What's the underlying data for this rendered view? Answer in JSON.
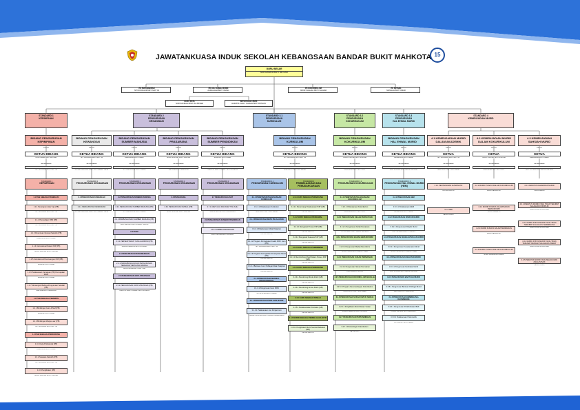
{
  "title": "JAWATANKUASA INDUK SEKOLAH KEBANGSAAN BANDAR BUKIT MAHKOTA",
  "logo_badge": "15",
  "colors": {
    "top_band": "#2d72d9",
    "bottom_band": "#1f63d4",
    "guru_besar": "#ffff99"
  },
  "guru_besar": {
    "title": "GURU BESAR",
    "name": "NUR HANANI BINTI MD NAFI"
  },
  "pk": [
    {
      "role": "PK PENTADBIRAN",
      "name": "SITI NOORAINI BINTI MAT TAI"
    },
    {
      "role": "PK HAL EHWAL MURID",
      "name": "ASMALIANA BINTI ISMAIL"
    },
    {
      "role": "PK KOKURIKULUM",
      "name": "NOOR SHAHALI BINTI SHAHAD"
    },
    {
      "role": "PK PETANG",
      "name": "MUNILAH BINTI OMAR"
    }
  ],
  "gds": {
    "role": "GURU DATA",
    "name": "NUR SAKINAH BINTI ZULKIFLEE"
  },
  "su_jiss": {
    "role": "SETIAUSAHA JISSS",
    "name": "HAZATUL DALLY NADIAH BINTI ROSLAN"
  },
  "standards": [
    {
      "title": "STANDARD 1\nKEPIMPINAN"
    },
    {
      "title": "STANDARD 2\nPENGURUSAN\nORGANISASI"
    },
    {
      "title": "STANDARD 3.1\nPENGURUSAN\nKURIKULUM"
    },
    {
      "title": "STANDARD 3.2\nPENGURUSAN\nKOKURIKULUM"
    },
    {
      "title": "STANDARD 3.3\nPENGURUSAN\nHAL EHWAL MURID"
    },
    {
      "title": "STANDARD 4\nKEMENJADIAN MURID"
    }
  ],
  "labels": {
    "ketua": "KETUA",
    "ketua_bidang": "KETUA BIDANG",
    "setiausaha": "SETIAUSAHA"
  },
  "bidang": [
    {
      "title": "BIDANG PENGURUSAN\nKEPIMPINAN",
      "ketua": "NUR HANANI BINTI MD NAFI",
      "su": "SITI NOORAINI BINTI MAT TAI"
    },
    {
      "title": "BIDANG PENGURUSAN\nKEWANGAN",
      "ketua": "SITI NOORAINI BINTI MAT TAI",
      "su": "PUTERI NORHASHIMAH BINTI MEGAT JAFRI"
    },
    {
      "title": "BIDANG PENGURUSAN\nSUMBER MANUSIA",
      "ketua": "ASMALIANA BINTI ISMAIL",
      "su": "SITI NUR AISHAH BINTI ISMAIL"
    },
    {
      "title": "BIDANG PENGURUSAN\nPRASARANA",
      "ketua": "NOOR SHAHALI BINTI SHAHAD",
      "su": "SALHANA BINTI SAMSUNG"
    },
    {
      "title": "BIDANG PENGURUSAN\nSUMBER PENDIDIKAN",
      "ketua": "MUNILAH BINTI OMAR",
      "su": "HAZATUL DALLY NADIAH BINTI ROSLAN"
    },
    {
      "title": "BIDANG PENGURUSAN\nKURIKULUM",
      "ketua": "SITI NOORAINI BINTI MAT TAI",
      "su": "NORHAYATI BINTI MOHAMAD"
    },
    {
      "title": "BIDANG PENGURUSAN\nKOKURIKULUM",
      "ketua": "NOOR SHAHALI BINTI SHAHAD",
      "su": "ARFA AZMA BINTI MAT LATIF"
    },
    {
      "title": "BIDANG PENGURUSAN\nHAL EHWAL MURID",
      "ketua": "ASMALIANA BINTI ISMAIL",
      "su": "NUR SYAHIRA BINTI ABDUL RAHMAN"
    },
    {
      "title": "4.1 KEMENJADIAN MURID\nDALAM AKADEMIK",
      "ketua": "SITI NOORAINI BINTI MAT TAI",
      "su": "NORHAYATI BINTI MOHAMAD"
    },
    {
      "title": "4.2 KEMENJADIAN MURID\nDALAM KOKURIKULUM",
      "ketua": "NOOR SHAHALI BINTI SHAHAD",
      "su": "ARFA AZMA BINTI MAT LATIF"
    },
    {
      "title": "4.3 KEMENJADIAN\nSAHSIAH MURID",
      "ketua": "ASMALIANA BINTI ISMAIL",
      "su": "NUR SYAHIRA BINTI ABDUL RAHMAN"
    }
  ],
  "std_tags": [
    {
      "no": "STANDARD 1",
      "name": "KEPIMPINAN"
    },
    {
      "no": "STANDARD 2",
      "name": "PENGURUSAN ORGANISASI"
    },
    {
      "no": "STANDARD 2",
      "name": "PENGURUSAN ORGANISASI"
    },
    {
      "no": "STANDARD 2",
      "name": "PENGURUSAN ORGANISASI"
    },
    {
      "no": "STANDARD 2",
      "name": "PENGURUSAN ORGANISASI"
    },
    {
      "no": "STANDARD 3.1",
      "name": "PENGURUSAN KURIKULUM"
    },
    {
      "no": "STANDARD 3",
      "name": "PEMBELAJARAN DAN PEMUDAHCARAAN"
    },
    {
      "no": "STANDARD 3.2",
      "name": "PENGURUSAN KOKURIKULUM"
    },
    {
      "no": "STANDARD 3.3",
      "name": "PENGURUSAN HAL EHWAL MURID (HEM)"
    }
  ],
  "col1": [
    {
      "t": "1.1 PGB SEBAGAI PENERAJU",
      "n": ""
    },
    {
      "t": "1.1.1 Penetapan Hala Tuju (PB)",
      "n": "SITI NOORAINI BINTI MAT TAI"
    },
    {
      "t": "1.1.2 Penyediaan RPS (PB)",
      "n": "SITI NOORAINI BINTI MAT TAI"
    },
    {
      "t": "1.1.3 Penentuan Operasi Sekolah (PB)",
      "n": "ASMALIANA BINTI ISMAIL"
    },
    {
      "t": "1.1.4 Instruksional Dalam PdP (PB)",
      "n": "NOOR SHAHALI BINTI SHAHAD"
    },
    {
      "t": "1.1.5 Instruksional Perancangan PdP (PB)",
      "n": "MUNILAH BINTI OMAR"
    },
    {
      "t": "1.1.6 Pelaksanaan Kemajuan (PB) Pencapaian Murid",
      "n": "MUNILAH BINTI OMAR"
    },
    {
      "t": "1.1.7 Memangkin Budaya Pengurusan Sekolah (PB)",
      "n": "SALHANA BINTI SAMSUNG"
    },
    {
      "t": "1.2 PGB SEBAGAI PEMIMPIN",
      "n": ""
    },
    {
      "t": "1.2.1 Bimbingan Guru & Staf (PB)",
      "n": "MUNILAH BINTI OMAR"
    },
    {
      "t": "1.2.2 Bimbingan Warga Luar (PB)",
      "n": "SITI NOORAINI BINTI MAT TAI"
    },
    {
      "t": "1.3 PGB SEBAGAI PENDORONG",
      "n": ""
    },
    {
      "t": "1.3.1 Kerja Profesional (PB)",
      "n": "ASMALIANA BINTI ISMAIL"
    },
    {
      "t": "1.3.2 Suasana Sekolah (PB)",
      "n": "SITI NOORAINI BINTI MAT TAI"
    },
    {
      "t": "1.3.3 Penglibatan (PB)",
      "n": "NOOR SHAHALI BINTI SHAHAD"
    }
  ],
  "col2": [
    {
      "t": "2.1 PENGURUSAN KEWANGAN",
      "n": ""
    },
    {
      "t": "2.1.1 PENGURUSAN KEWANGAN",
      "n": "PUTERI NORHASHIMAH BINTI MEGAT JAFRI"
    }
  ],
  "col3": [
    {
      "t": "2.2 PENGURUSAN SUMBER MANUSIA",
      "n": ""
    },
    {
      "t": "2.2.1 PENGURUSAN SUMBER MANUSIA (PB)",
      "n": "SITI NUR AISHAH BINTI ISMAIL"
    },
    {
      "t": "2.2.2 PEMBANGUNAN SUMBER MANUSIA (PB)",
      "n": "NOR SAKINAH BINTI AHMAD YAHAYA"
    },
    {
      "t": "2.3 IKLIM",
      "n": ""
    },
    {
      "t": "2.3.1 PERSEKITARAN YANG HARMONI (PB)",
      "n": "SALINA FREZLINA BINTI ROSNAN"
    },
    {
      "t": "2.4 PENGURUSAN PERHUBUNGAN",
      "n": ""
    },
    {
      "t": "2.4.1 PERHUBUNGAN DAN PENGURUSAN TERHADAP KEPUASAN WARGA",
      "n": "NOOR ISLAMI BINTI MAT TAIB"
    },
    {
      "t": "2.5 PENGURUSAN DATA STRATEGIK",
      "n": ""
    },
    {
      "t": "2.5.1 PENGURUSAN DATA STRATEGIK (PB)",
      "n": "HAZATUL DALLY NADIAH BINTI ROSLAN"
    }
  ],
  "col4": [
    {
      "t": "2.6 PRASARANA",
      "n": ""
    },
    {
      "t": "2.6.1 PENGURUSAN FIZIKAL (PB)",
      "n": "NOOR SHAHALI BINTI SHAHAD"
    }
  ],
  "col5": [
    {
      "t": "2.7 PENGURUSAN ASET",
      "n": ""
    },
    {
      "t": "2.7.1 ASET ALIH DAN ASET TAK ALIH",
      "n": "NURULHIDAYAH BINTI ZAINUDDIN"
    },
    {
      "t": "2.8 PENGURUSAN SUMBER PENDIDIKAN",
      "n": ""
    },
    {
      "t": "2.8.1 SUMBER PENDIDIKAN",
      "n": "NOR SHAHIRA BINTI ZULKIFLI"
    }
  ],
  "col6": [
    {
      "t": "3.1.1 PENETAPAN PELAKSANAAN KURIKULUM",
      "n": ""
    },
    {
      "t": "3.1.1.1 Pelaksanaan Kurikulum",
      "n": "NORHAYATI BINTI MOHAMAD"
    },
    {
      "t": "3.1.2 PENGURUSAN MATA PELAJARAN",
      "n": ""
    },
    {
      "t": "3.1.2.1 Pelaksanaan Mata Pelajaran",
      "n": "KETUA PANITIA"
    },
    {
      "t": "3.1.2.2 Program Peningkatan Kualiti PdPc Guru (PB)",
      "n": "SITI NOORAINI BINTI MAT TAI"
    },
    {
      "t": "3.1.2.3 Program Peningkatan Pencapaian Murid (PB)",
      "n": "KETUA PANITIA"
    },
    {
      "t": "3.1.2.4 Bantuan Guru Pelbagai Mata Pelajaran",
      "n": "KETUA PANITIA"
    },
    {
      "t": "3.1.3 PENGURUSAN MAKMAL INSTRUKSIONAL",
      "n": ""
    },
    {
      "t": "3.1.3.1 Pengurusan Guru PdPc",
      "n": "SITI SHAHIDA BINTI ISMAIL"
    },
    {
      "t": "3.1.4 PENGURUSAN PENILAIAN MURID",
      "n": ""
    },
    {
      "t": "3.1.4.1 Pelaksanaan dan Penjaminan",
      "n": "LILIANIS SHAHIRA BINTI AHMAD KAMALUDDIN"
    }
  ],
  "col7": [
    {
      "t": "3.4.1 GURU SEBAGAI PERANCANG",
      "n": ""
    },
    {
      "t": "3.4.1.1 Merancang Pelaksanaan PdP (GB)",
      "n": "KETUA PANITIA"
    },
    {
      "t": "3.4.2 GURU SEBAGAI PENGAWAL",
      "n": ""
    },
    {
      "t": "3.4.2.1 Mengawal Proses PdP (GB)",
      "n": "KETUA PANITIA"
    },
    {
      "t": "3.4.2.2 Mengawal Suasana PdP (GB)",
      "n": "KETUA PANITIA"
    },
    {
      "t": "3.4.3 GURU SEBAGAI PEMBIMBING",
      "n": ""
    },
    {
      "t": "3.4.3.1 Membimbing Murid Dalam Proses PdP (GB)",
      "n": "KETUA PANITIA"
    },
    {
      "t": "3.4.4 GURU SEBAGAI PENDORONG",
      "n": ""
    },
    {
      "t": "3.4.4.1 Mendorong Minda Murid (GB)",
      "n": "KETUA PANITIA"
    },
    {
      "t": "3.4.4.2 Mendorong Emosi Murid (GB)",
      "n": "KETUA PANITIA"
    },
    {
      "t": "3.4.5 GURU SEBAGAI PENILAI",
      "n": ""
    },
    {
      "t": "3.4.5.1 Melaksanakan Penilaian (GB)",
      "n": "KETUA PANITIA"
    },
    {
      "t": "3.4.6 MURID SEBAGAI PEMBELAJAR AKTIF",
      "n": ""
    },
    {
      "t": "3.4.6.1 Penglibatan Murid Secara Berkesan (MB)",
      "n": "KETUA PANITIA"
    }
  ],
  "col8": [
    {
      "t": "3.2.1 PENETAPAN PELAKSANAAN KOKURIKULUM",
      "n": ""
    },
    {
      "t": "3.2.1.1 Pelaksanaan Kokurikulum",
      "n": "ARFA AZMA BINTI MAT LATIF"
    },
    {
      "t": "3.2.2 PENGURUSAN KELAB PERSATUAN",
      "n": ""
    },
    {
      "t": "3.2.2.1 Pengurusan Kelab Persatuan",
      "n": "SITI FATIMAH BINTI ABDUL RAHMAN"
    },
    {
      "t": "3.2.3 PENGURUSAN BADAN BERUNIFORM",
      "n": ""
    },
    {
      "t": "3.2.3.1 Pengurusan Badan Beruniform",
      "n": "NOOR HAZILA BINTI ABDUL HAMID"
    },
    {
      "t": "3.2.4 PENGURUSAN SUKAN PERMAINAN",
      "n": ""
    },
    {
      "t": "3.2.4.1 Pengurusan Sukan Permainan",
      "n": "PENYELARAS SUKAN"
    },
    {
      "t": "3.2.5 PENGURUSAN KOKURIKULUM SEKOLAH",
      "n": ""
    },
    {
      "t": "3.2.5.1 Program Kecemerlangan Kokurikulum",
      "n": "NOORHAYATI BINTI MOHAMED"
    },
    {
      "t": "3.2.6 PENGURUSAN SUKAN UNTUK SEMUA",
      "n": ""
    },
    {
      "t": "3.2.6.1 Penglibatan Murid Dalam Sukan",
      "n": "SALINA FREZLINA BINTI ROSNAN"
    },
    {
      "t": "3.2.7 PENGURUSAN PERTANDINGAN",
      "n": ""
    },
    {
      "t": "3.2.7.1 Pertandingan Kokurikulum",
      "n": "KETUA UNIT"
    }
  ],
  "col9": [
    {
      "t": "3.3.1 PENGURUSAN HEM",
      "n": ""
    },
    {
      "t": "3.3.1.1 Pelaksanaan HEM",
      "n": "ASMALIANA BINTI ISMAIL"
    },
    {
      "t": "3.3.2 PENGURUSAN DISIPLIN MURID",
      "n": ""
    },
    {
      "t": "3.3.2.1 Pengurusan Disiplin Murid",
      "n": "NOR HASLINDA BINTI HASSAN"
    },
    {
      "t": "3.3.3 PENGURUSAN KESEJAHTERAAN MURID",
      "n": ""
    },
    {
      "t": "3.3.3.1 Pengurusan Keselamatan Murid",
      "n": "NOOR HALIZA BINTI ABDUL HAMID"
    },
    {
      "t": "3.3.4 PENGURUSAN KESIHATAN MURID",
      "n": ""
    },
    {
      "t": "3.3.4.1 Pengurusan Kesihatan Murid",
      "n": "NUR SYAHIRA BINTI ABDUL RAHMAN"
    },
    {
      "t": "3.3.5 PENGURUSAN BANTUAN MURID",
      "n": ""
    },
    {
      "t": "3.3.5.1 Pengurusan Bantuan Pelbagai Murid",
      "n": "SALHANA BINTI SAMSUNG"
    },
    {
      "t": "3.3.6 PENGURUSAN BIMBINGAN & KAUNSELING",
      "n": ""
    },
    {
      "t": "3.3.6.1 Pengurusan Perkhidmatan B&K",
      "n": "NURUL ASHIKIN BINTI ABDULLAH"
    },
    {
      "t": "3.3.6.2 Pelaksanaan Psikometrik",
      "n": "SITI AISHAH BINTI ISMAIL"
    }
  ],
  "col10": [
    {
      "t": "4.1.1 PENTAKSIRAN ALTERNATIF",
      "n": "KETUA PANITIA"
    },
    {
      "t": "4.1.2 PBD",
      "n": "SEMUA GURU"
    }
  ],
  "col11": [
    {
      "t": "4.2.1 MURID PUNAYA DALAM KOKURIKULUM",
      "n": "GURU PENASIHAT"
    },
    {
      "t": "4.2.2 MURID PUNAYA DALAM BADAN BERUNIFORM",
      "n": "GURU PEMIMPIN"
    },
    {
      "t": "4.2.3 MURID PUNAYA DALAM PERMAINAN",
      "n": "GURU PENASIHAT"
    },
    {
      "t": "4.2.4 MURID PUNAYA DALAM KOKURIKULUM",
      "n": "GURU PENGIRING KAWAN"
    }
  ],
  "col12": [
    {
      "t": "4.3.1 PERATUS KEHADIRAN MURID",
      "n": "GURU KELAS"
    },
    {
      "t": "4.3.2 PERATUS MURID YANG TIDAK TERLIBAT SALAHLAKU DISIPLIN",
      "n": "GURU DISIPLIN DAN GBK"
    },
    {
      "t": "4.3.3 MURID PUNYA MURID YANG TIDAK TERLIBAT SALAHLAKU SEDERHANA",
      "n": "GURU DISIPLIN DAN GBK"
    },
    {
      "t": "4.3.4 MURID PUNYA MURID YANG TIDAK TERLIBAT DENGAN SALAHLAKU BERAT",
      "n": "GURU DISIPLIN DAN GBK"
    },
    {
      "t": "4.3.5 PERATUS MURID YANG MELAKUKAN AMALAN BAIK",
      "n": "SEMUA GURU"
    }
  ]
}
